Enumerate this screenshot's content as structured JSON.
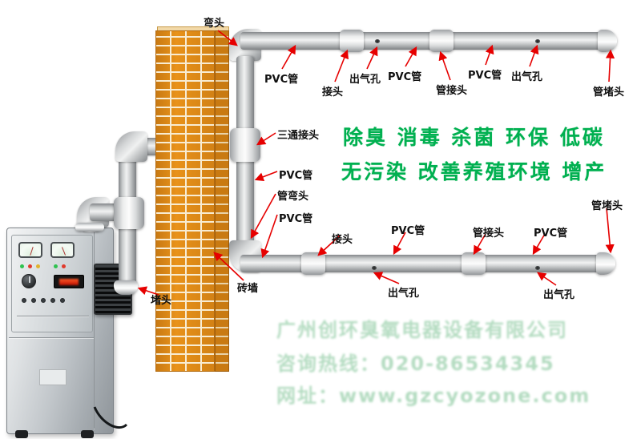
{
  "slogan": {
    "line1": "除臭 消毒 杀菌 环保 低碳",
    "line2": "无污染 改善养殖环境 增产",
    "color": "#00b050"
  },
  "labels": {
    "elbow_top": "弯头",
    "pvc_top_left": "PVC管",
    "joint_top": "接头",
    "air_outlet_top_left": "出气孔",
    "pvc_top_mid": "PVC管",
    "pipe_joint_top": "管接头",
    "pvc_top_right": "PVC管",
    "air_outlet_top_right": "出气孔",
    "pipe_cap_top": "管堵头",
    "tee_joint": "三通接头",
    "pvc_mid_upper": "PVC管",
    "pipe_elbow": "管弯头",
    "pvc_mid_lower": "PVC管",
    "joint_bottom": "接头",
    "pvc_bottom_left": "PVC管",
    "pipe_joint_bottom": "管接头",
    "pvc_bottom_right": "PVC管",
    "pipe_cap_bottom": "管堵头",
    "air_outlet_bottom_left": "出气孔",
    "air_outlet_bottom_right": "出气孔",
    "brick_wall": "砖墙",
    "cap_end": "堵头"
  },
  "watermark": {
    "line1": "广州创环臭氧电器设备有限公司",
    "line2": "咨询热线：020-86534345",
    "line3": "网址：www.gzcyozone.com"
  }
}
